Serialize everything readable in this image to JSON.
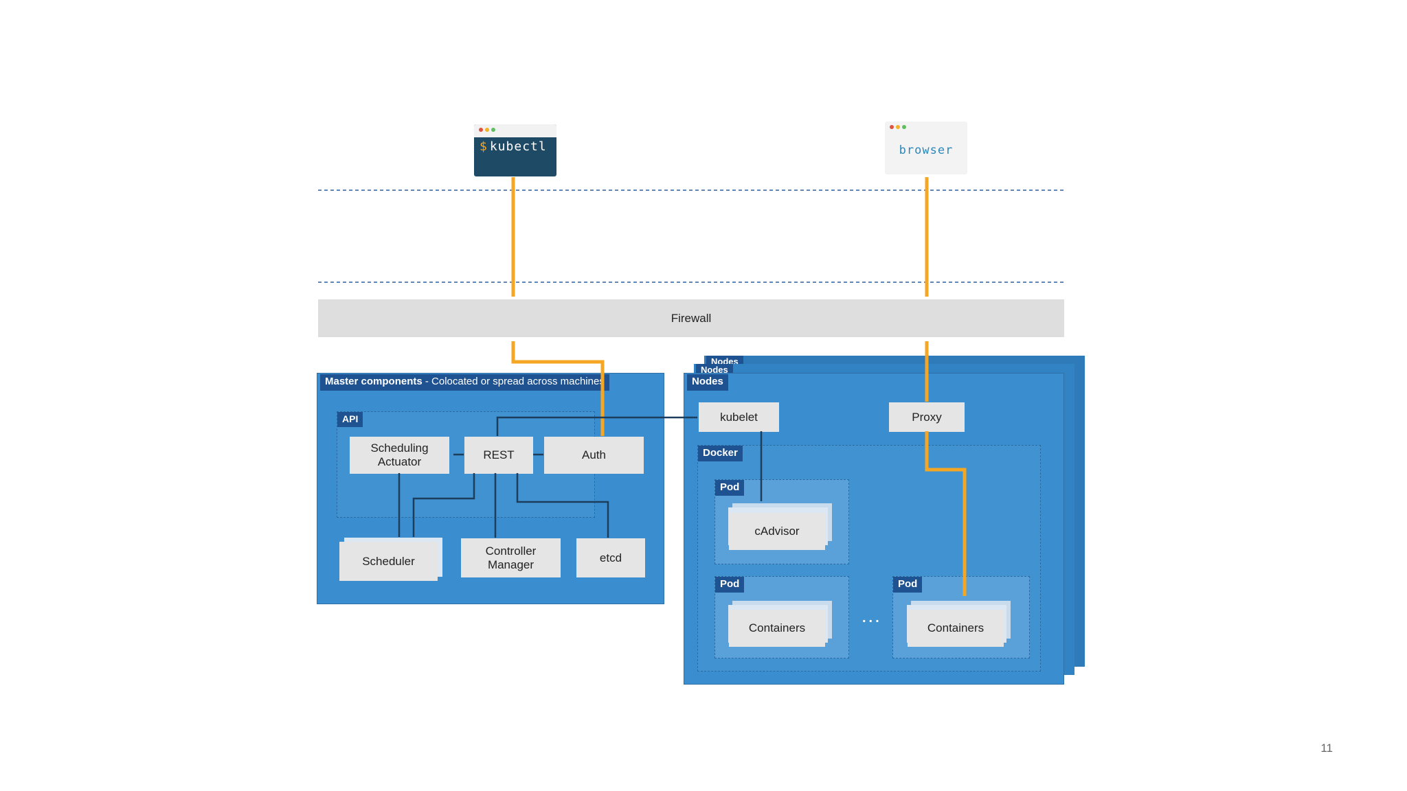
{
  "clients": {
    "kubectl": {
      "prompt_symbol": "$",
      "command": "kubectl"
    },
    "browser": {
      "label": "browser"
    }
  },
  "firewall": {
    "label": "Firewall"
  },
  "master": {
    "title": "Master components",
    "subtitle": " - Colocated or spread across machines",
    "api": {
      "tag": "API",
      "scheduling_actuator": "Scheduling\nActuator",
      "rest": "REST",
      "auth": "Auth"
    },
    "scheduler": "Scheduler",
    "controller_manager": "Controller\nManager",
    "etcd": "etcd"
  },
  "nodes": {
    "stack_tags": [
      "Nodes",
      "Nodes"
    ],
    "tag": "Nodes",
    "kubelet": "kubelet",
    "proxy": "Proxy",
    "docker": {
      "tag": "Docker",
      "pods": [
        {
          "tag": "Pod",
          "content": "cAdvisor"
        },
        {
          "tag": "Pod",
          "content": "Containers"
        },
        {
          "tag": "Pod",
          "content": "Containers"
        }
      ],
      "ellipsis": "..."
    }
  },
  "page_number": "11",
  "colors": {
    "orange_wire": "#f5a623",
    "navy_wire": "#1c3d5c",
    "panel_blue": "#3a8ed0",
    "tag_navy": "#1f5291",
    "box_gray": "#e5e5e5",
    "firewall_gray": "#dedede",
    "dashed_line": "#2d5f9a"
  }
}
